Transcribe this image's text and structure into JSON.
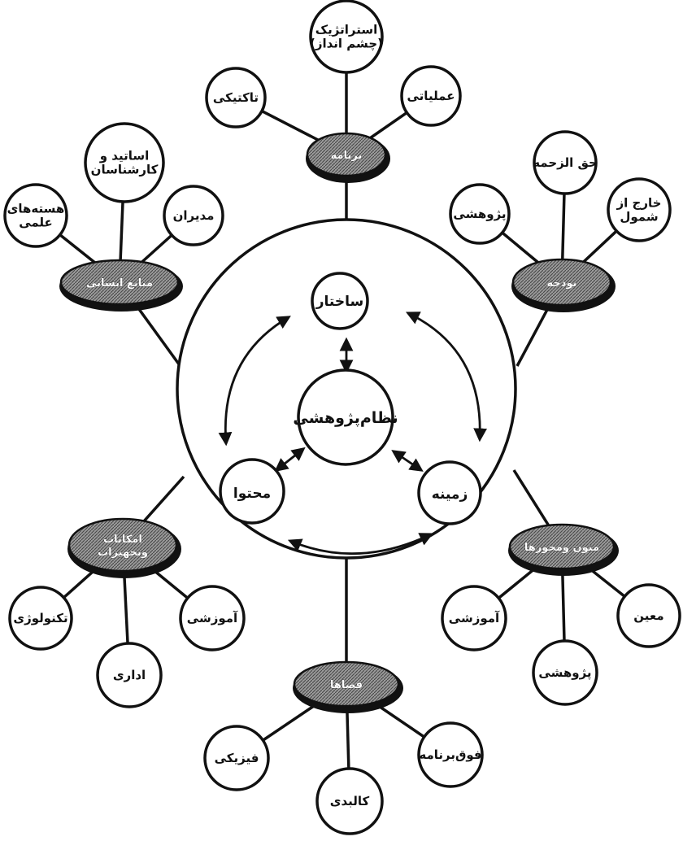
{
  "center": {
    "label": "نظام‌پژوهشی"
  },
  "inner_nodes": [
    {
      "id": "structure",
      "label": "ساختار"
    },
    {
      "id": "content",
      "label": "محتوا"
    },
    {
      "id": "context",
      "label": "زمینه"
    }
  ],
  "hubs": [
    {
      "id": "program",
      "lines": [
        "برنامه"
      ],
      "leaves": [
        {
          "lines": [
            "تاکتیکی"
          ]
        },
        {
          "lines": [
            "استراتژیک",
            "(چشم انداز)"
          ]
        },
        {
          "lines": [
            "عملیاتی"
          ]
        }
      ]
    },
    {
      "id": "human-resources",
      "lines": [
        "منابع انسانی"
      ],
      "leaves": [
        {
          "lines": [
            "هسته‌های",
            "علمی"
          ]
        },
        {
          "lines": [
            "اساتید و",
            "کارشناسان"
          ]
        },
        {
          "lines": [
            "مدیران"
          ]
        }
      ]
    },
    {
      "id": "budget",
      "lines": [
        "بودجه"
      ],
      "leaves": [
        {
          "lines": [
            "پژوهشی"
          ]
        },
        {
          "lines": [
            "حق الزحمه"
          ]
        },
        {
          "lines": [
            "خارج از",
            "شمول"
          ]
        }
      ]
    },
    {
      "id": "facilities",
      "lines": [
        "امکانات",
        "وتجهیزات"
      ],
      "leaves": [
        {
          "lines": [
            "تکنولوژی"
          ]
        },
        {
          "lines": [
            "اداری"
          ]
        },
        {
          "lines": [
            "آموزشی"
          ]
        }
      ]
    },
    {
      "id": "topics",
      "lines": [
        "متون ومحورها"
      ],
      "leaves": [
        {
          "lines": [
            "آموزشی"
          ]
        },
        {
          "lines": [
            "پژوهشی"
          ]
        },
        {
          "lines": [
            "معین"
          ]
        }
      ]
    },
    {
      "id": "space",
      "lines": [
        "فضاها"
      ],
      "leaves": [
        {
          "lines": [
            "فیزیکی"
          ]
        },
        {
          "lines": [
            "کالبدی"
          ]
        },
        {
          "lines": [
            "فوق‌برنامه"
          ]
        }
      ]
    }
  ]
}
